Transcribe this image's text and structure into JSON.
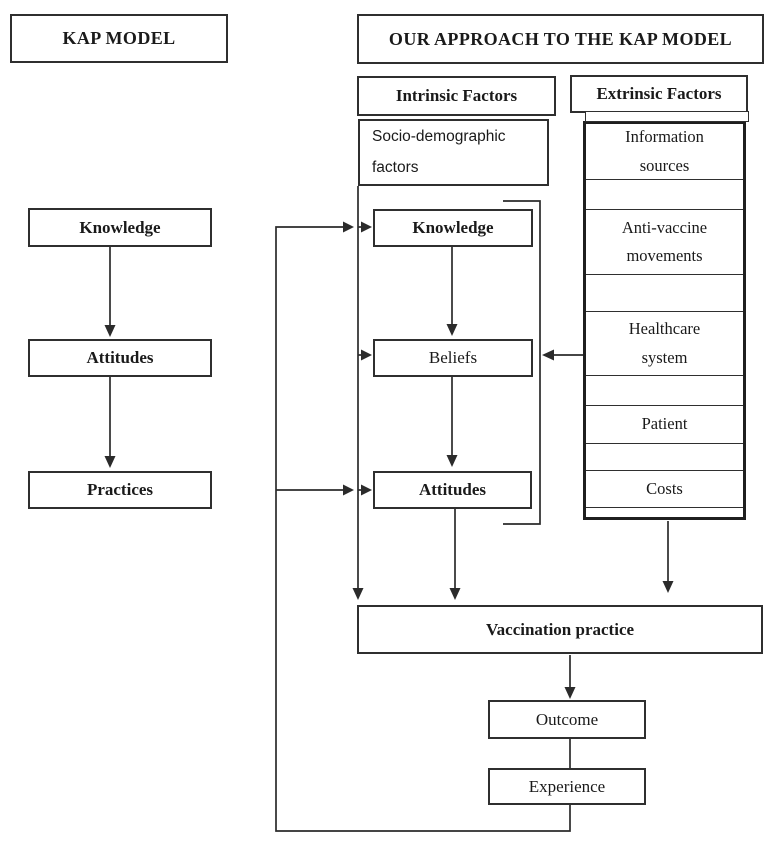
{
  "diagram": {
    "left": {
      "title": "KAP MODEL",
      "knowledge": "Knowledge",
      "attitudes": "Attitudes",
      "practices": "Practices"
    },
    "right": {
      "title": "OUR APPROACH TO THE KAP MODEL",
      "intrinsic": {
        "header": "Intrinsic Factors",
        "socio_demographic": "Socio-demographic\nfactors",
        "knowledge": "Knowledge",
        "beliefs": "Beliefs",
        "attitudes": "Attitudes"
      },
      "extrinsic": {
        "header": "Extrinsic Factors",
        "cells": [
          "Information\nsources",
          "",
          "Anti-vaccine\nmovements",
          "",
          "Healthcare\nsystem",
          "",
          "Patient",
          "",
          "Costs",
          ""
        ]
      },
      "practice_chain": {
        "vaccination": "Vaccination practice",
        "outcome": "Outcome",
        "experience": "Experience"
      }
    },
    "colors": {
      "line": "#2b2b2b",
      "text": "#1a1a1a",
      "background": "#ffffff"
    }
  }
}
